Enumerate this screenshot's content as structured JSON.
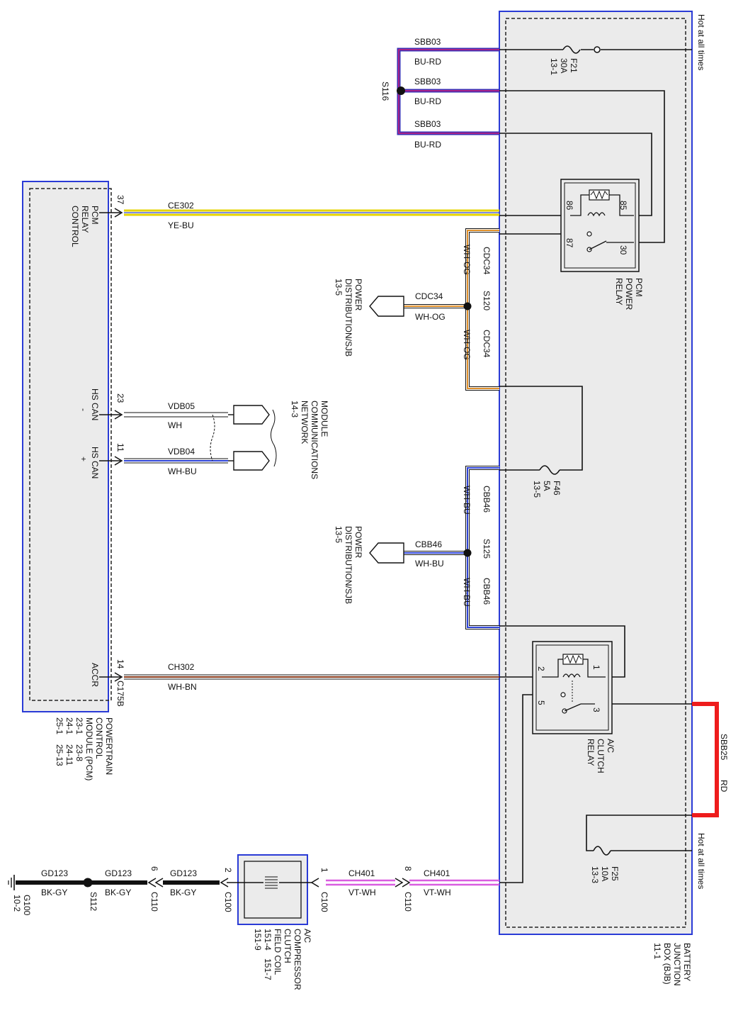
{
  "bjb": {
    "hot_label_top": "Hot at all times",
    "hot_label_bottom": "Hot at all times",
    "name": [
      "BATTERY",
      "JUNCTION",
      "BOX (BJB)",
      "11-1"
    ],
    "f21": [
      "F21",
      "30A",
      "13-1"
    ],
    "f46": [
      "F46",
      "5A",
      "13-5"
    ],
    "f25": [
      "F25",
      "10A",
      "13-3"
    ],
    "pcm_relay": {
      "name": [
        "PCM",
        "POWER",
        "RELAY"
      ],
      "pins": {
        "p86": "86",
        "p85": "85",
        "p87": "87",
        "p30": "30"
      }
    },
    "ac_relay": {
      "name": [
        "A/C",
        "CLUTCH",
        "RELAY"
      ],
      "pins": {
        "p2": "2",
        "p1": "1",
        "p5": "5",
        "p3": "3"
      }
    },
    "sbb25": {
      "circuit": "SBB25",
      "color": "RD"
    }
  },
  "sbb03": {
    "labels": [
      "SBB03",
      "BU-RD",
      "SBB03",
      "BU-RD",
      "SBB03",
      "BU-RD"
    ],
    "splice": "S116"
  },
  "pcm_module": {
    "name": [
      "POWERTRAIN",
      "CONTROL",
      "MODULE (PCM)"
    ],
    "refs": [
      "23-1",
      "23-8",
      "24-1",
      "24-11",
      "25-1",
      "25-13"
    ],
    "pins": {
      "relay_control": [
        "PCM",
        "RELAY",
        "CONTROL"
      ],
      "hs_can_minus": [
        "HS CAN",
        "-"
      ],
      "hs_can_plus": [
        "HS CAN",
        "+"
      ],
      "accr": "ACCR",
      "c175b": "C175B"
    },
    "pin_numbers": {
      "p37": "37",
      "p23": "23",
      "p11": "11",
      "p14": "14"
    }
  },
  "wires": {
    "ce302": {
      "circuit": "CE302",
      "color": "YE-BU"
    },
    "vdb05": {
      "circuit": "VDB05",
      "color": "WH"
    },
    "vdb04": {
      "circuit": "VDB04",
      "color": "WH-BU"
    },
    "ch302": {
      "circuit": "CH302",
      "color": "WH-BN"
    },
    "cdc34": {
      "circuit": "CDC34",
      "color": "WH-OG",
      "splice": "S120"
    },
    "cbb46": {
      "circuit": "CBB46",
      "color": "WH-BU",
      "splice": "S125"
    },
    "ch401": {
      "circuit": "CH401",
      "color": "VT-WH"
    },
    "gd123": {
      "circuit": "GD123",
      "color": "BK-GY",
      "splice": "S112"
    }
  },
  "power_dist": [
    "POWER",
    "DISTRIBUTION/SJB",
    "13-5"
  ],
  "module_comm": [
    "MODULE",
    "COMMUNICATIONS",
    "NETWORK",
    "14-3"
  ],
  "ac_coil": {
    "name": [
      "A/C",
      "COMPRESSOR",
      "CLUTCH",
      "FIELD COIL"
    ],
    "refs": [
      "151-4",
      "151-7",
      "151-9"
    ]
  },
  "connectors": {
    "c110": "C110",
    "c100": "C100",
    "pin1": "1",
    "pin8": "8",
    "pin2": "2",
    "pin6": "6"
  },
  "ground": {
    "name": "G100",
    "ref": "10-2"
  },
  "colors": {
    "bjb_fill": "#ebebeb",
    "box_blue": "#2a3bd6",
    "sbb03": "#3a2fb5",
    "sbb03_inner": "#d0217a",
    "yellow": "#e6d400",
    "blue": "#2d43d6",
    "orange": "#e0902a",
    "brown": "#8a3a1a",
    "violet": "#d95de0",
    "red": "#ee1c1c"
  }
}
